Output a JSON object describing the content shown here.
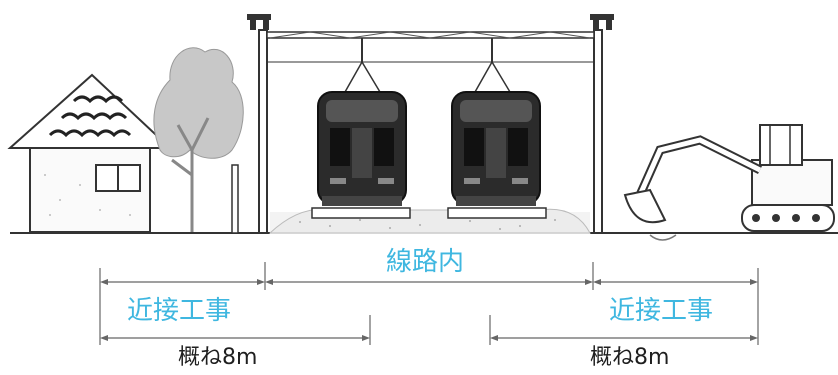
{
  "labels": {
    "track_zone": "線路内",
    "near_work_left": "近接工事",
    "near_work_right": "近接工事",
    "distance_left": "概ね8m",
    "distance_right": "概ね8m"
  },
  "colors": {
    "accent_text": "#3fb7e0",
    "dark_text": "#1f1f1f",
    "line_art": "#333333",
    "tree_fill": "#c8c8c8",
    "train_body": "#2b2b2b"
  },
  "icons": [
    "house-icon",
    "tree-icon",
    "catenary-pole-icon",
    "train-icon",
    "excavator-icon"
  ]
}
